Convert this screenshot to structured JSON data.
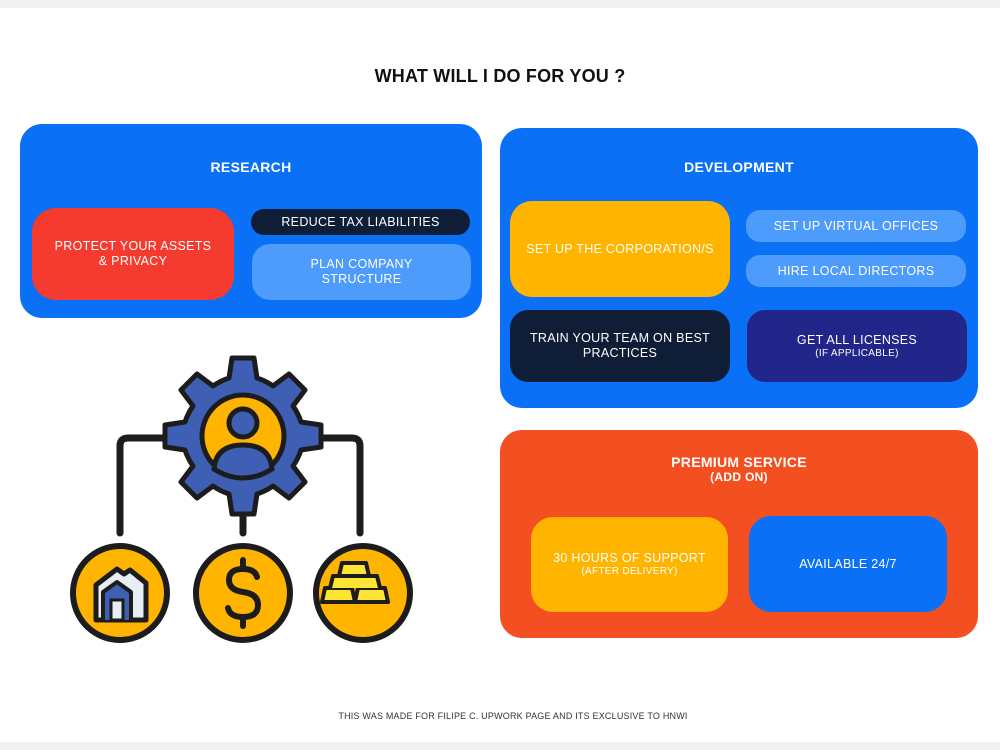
{
  "title": "WHAT WILL I DO FOR YOU ?",
  "colors": {
    "blue": "#0a70f6",
    "light_blue": "#4d9bfb",
    "red": "#f53b2f",
    "yellow": "#ffb400",
    "navy": "#0f1e36",
    "indigo": "#22258a",
    "orange": "#f34f21"
  },
  "research": {
    "title": "RESEARCH",
    "protect_assets": [
      "PROTECT YOUR ASSETS",
      "& PRIVACY"
    ],
    "reduce_tax": "REDUCE TAX LIABILITIES",
    "plan_structure": [
      "PLAN COMPANY",
      "STRUCTURE"
    ]
  },
  "development": {
    "title": "DEVELOPMENT",
    "corporation": "SET UP THE CORPORATION/S",
    "virtual_offices": "SET UP VIRTUAL OFFICES",
    "local_directors": "HIRE LOCAL DIRECTORS",
    "train_team": [
      "TRAIN YOUR TEAM ON BEST",
      "PRACTICES"
    ],
    "licenses": "GET ALL LICENSES",
    "licenses_note": "(IF APPLICABLE)"
  },
  "premium": {
    "title": "PREMIUM SERVICE",
    "subtitle": "(ADD ON)",
    "support": "30 HOURS OF SUPPORT",
    "support_note": "(AFTER DELIVERY)",
    "availability": "AVAILABLE 24/7"
  },
  "illustration": {
    "icons": [
      "gear-icon",
      "person-icon",
      "house-icon",
      "dollar-icon",
      "gold-bars-icon"
    ]
  },
  "footer": "THIS WAS MADE FOR FILIPE C. UPWORK PAGE AND ITS EXCLUSIVE TO HNWI"
}
